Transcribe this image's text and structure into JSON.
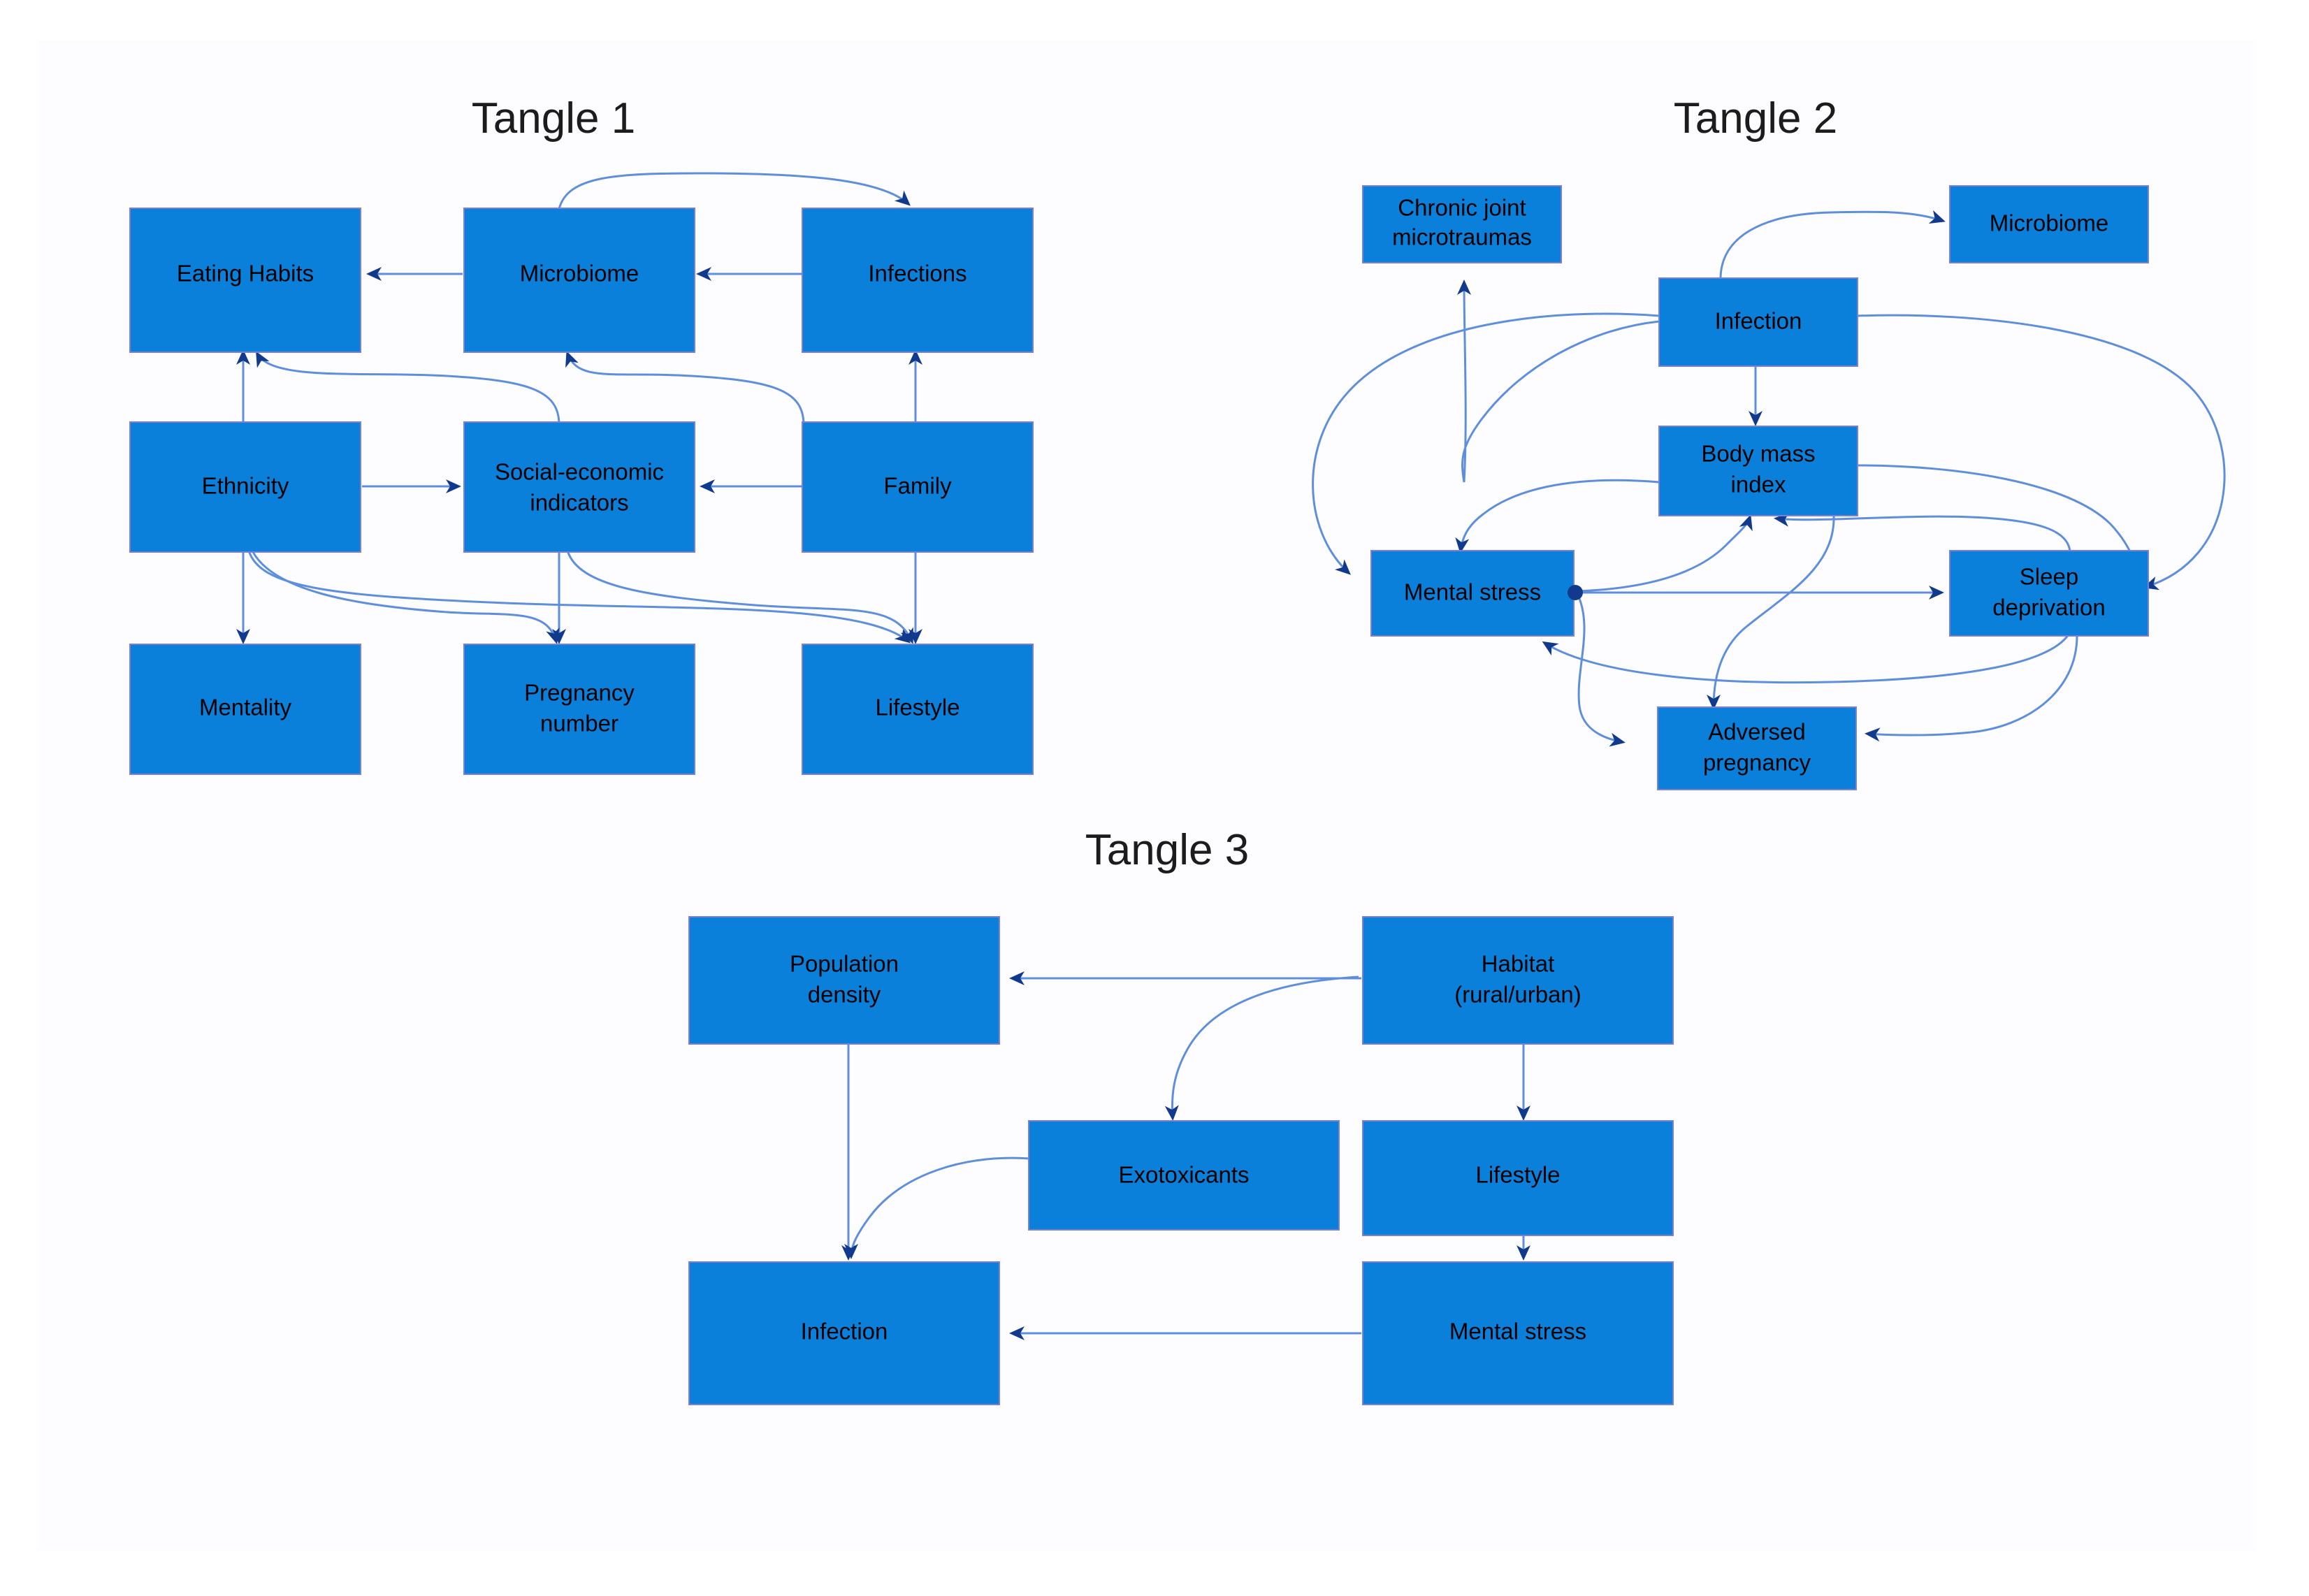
{
  "canvas": {
    "background": "#fdfcff",
    "page_background": "#ffffff",
    "node_fill": "#0b80db",
    "node_stroke": "#7b7fd6",
    "edge_color": "#5f8fdb",
    "arrowhead_color": "#123a8c",
    "label_color": "#000000",
    "title_color": "#1c1c1c"
  },
  "diagram": {
    "type": "causal-loop-diagram",
    "panels": [
      {
        "id": "tangle-1",
        "title": "Tangle 1",
        "nodes": [
          {
            "id": "t1-eating-habits",
            "label": "Eating Habits"
          },
          {
            "id": "t1-microbiome",
            "label": "Microbiome"
          },
          {
            "id": "t1-infections",
            "label": "Infections"
          },
          {
            "id": "t1-ethnicity",
            "label": "Ethnicity"
          },
          {
            "id": "t1-social-economic",
            "label": "Social-economic",
            "label2": "indicators"
          },
          {
            "id": "t1-family",
            "label": "Family"
          },
          {
            "id": "t1-mentality",
            "label": "Mentality"
          },
          {
            "id": "t1-pregnancy-number",
            "label": "Pregnancy",
            "label2": "number"
          },
          {
            "id": "t1-lifestyle",
            "label": "Lifestyle"
          }
        ],
        "edges": [
          {
            "from": "Microbiome",
            "to": "Eating Habits"
          },
          {
            "from": "Infections",
            "to": "Microbiome"
          },
          {
            "from": "Microbiome",
            "to": "Infections"
          },
          {
            "from": "Ethnicity",
            "to": "Eating Habits"
          },
          {
            "from": "Ethnicity",
            "to": "Social-economic indicators"
          },
          {
            "from": "Family",
            "to": "Social-economic indicators"
          },
          {
            "from": "Social-economic indicators",
            "to": "Eating Habits"
          },
          {
            "from": "Social-economic indicators",
            "to": "Microbiome"
          },
          {
            "from": "Family",
            "to": "Infections"
          },
          {
            "from": "Ethnicity",
            "to": "Mentality"
          },
          {
            "from": "Ethnicity",
            "to": "Lifestyle"
          },
          {
            "from": "Social-economic indicators",
            "to": "Pregnancy number"
          },
          {
            "from": "Social-economic indicators",
            "to": "Lifestyle"
          },
          {
            "from": "Family",
            "to": "Lifestyle"
          }
        ]
      },
      {
        "id": "tangle-2",
        "title": "Tangle 2",
        "nodes": [
          {
            "id": "t2-chronic-joint",
            "label": "Chronic joint",
            "label2": "microtraumas"
          },
          {
            "id": "t2-microbiome",
            "label": "Microbiome"
          },
          {
            "id": "t2-infection",
            "label": "Infection"
          },
          {
            "id": "t2-body-mass-index",
            "label": "Body mass",
            "label2": "index"
          },
          {
            "id": "t2-mental-stress",
            "label": "Mental stress"
          },
          {
            "id": "t2-sleep-deprivation",
            "label": "Sleep",
            "label2": "deprivation"
          },
          {
            "id": "t2-adversed-pregnancy",
            "label": "Adversed",
            "label2": "pregnancy"
          }
        ],
        "edges": [
          {
            "from": "Infection",
            "to": "Microbiome"
          },
          {
            "from": "Infection",
            "to": "Chronic joint microtraumas"
          },
          {
            "from": "Infection",
            "to": "Body mass index"
          },
          {
            "from": "Infection",
            "to": "Mental stress"
          },
          {
            "from": "Infection",
            "to": "Sleep deprivation"
          },
          {
            "from": "Body mass index",
            "to": "Mental stress"
          },
          {
            "from": "Body mass index",
            "to": "Sleep deprivation"
          },
          {
            "from": "Body mass index",
            "to": "Adversed pregnancy"
          },
          {
            "from": "Mental stress",
            "to": "Sleep deprivation"
          },
          {
            "from": "Mental stress",
            "to": "Body mass index"
          },
          {
            "from": "Mental stress",
            "to": "Adversed pregnancy"
          },
          {
            "from": "Sleep deprivation",
            "to": "Body mass index"
          },
          {
            "from": "Sleep deprivation",
            "to": "Mental stress"
          },
          {
            "from": "Sleep deprivation",
            "to": "Adversed pregnancy"
          }
        ]
      },
      {
        "id": "tangle-3",
        "title": "Tangle 3",
        "nodes": [
          {
            "id": "t3-population-density",
            "label": "Population",
            "label2": "density"
          },
          {
            "id": "t3-habitat",
            "label": "Habitat",
            "label2": "(rural/urban)"
          },
          {
            "id": "t3-exotoxicants",
            "label": "Exotoxicants"
          },
          {
            "id": "t3-lifestyle",
            "label": "Lifestyle"
          },
          {
            "id": "t3-infection",
            "label": "Infection"
          },
          {
            "id": "t3-mental-stress",
            "label": "Mental stress"
          }
        ],
        "edges": [
          {
            "from": "Habitat (rural/urban)",
            "to": "Population density"
          },
          {
            "from": "Habitat (rural/urban)",
            "to": "Exotoxicants"
          },
          {
            "from": "Habitat (rural/urban)",
            "to": "Lifestyle"
          },
          {
            "from": "Population density",
            "to": "Infection"
          },
          {
            "from": "Exotoxicants",
            "to": "Infection"
          },
          {
            "from": "Lifestyle",
            "to": "Mental stress"
          },
          {
            "from": "Mental stress",
            "to": "Infection"
          }
        ]
      }
    ]
  }
}
